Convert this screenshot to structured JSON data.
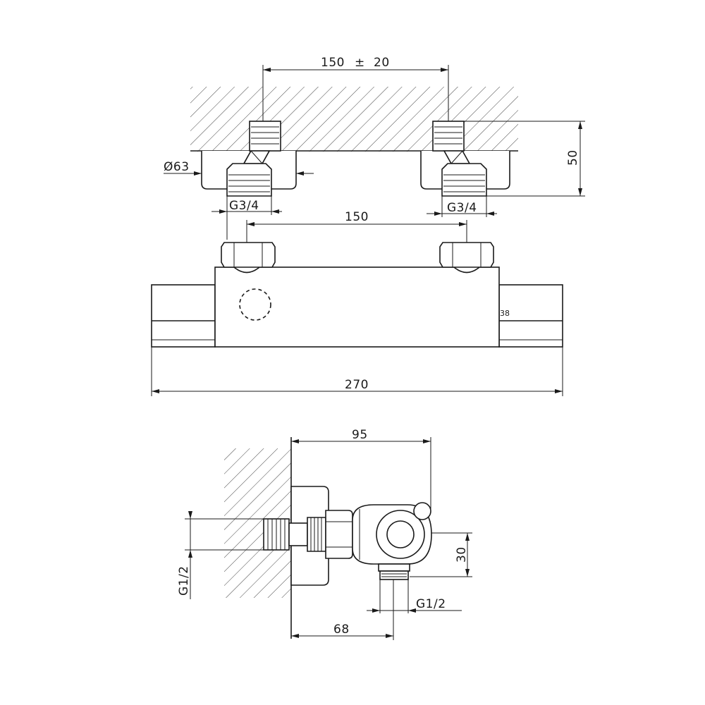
{
  "dimensions": {
    "inlet_spacing": "150 ± 20",
    "inlet_spacing_prefix": "150",
    "inlet_spacing_pm": "±",
    "inlet_spacing_tol": "20",
    "wall_depth": "50",
    "cover_diameter": "Ø63",
    "inlet_thread_left": "G3/4",
    "inlet_thread_right": "G3/4",
    "body_spacing": "150",
    "overall_length": "270",
    "side_depth": "95",
    "outlet_offset": "30",
    "wall_thread": "G1/2",
    "outlet_thread": "G1/2",
    "outlet_distance": "68",
    "body_mark": "38"
  }
}
